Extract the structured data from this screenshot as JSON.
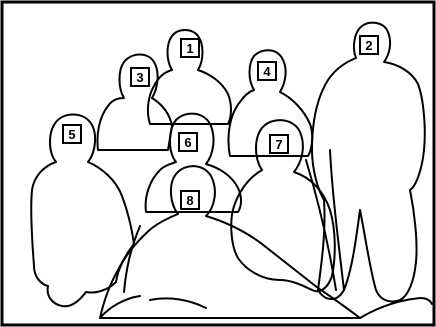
{
  "figure": {
    "ink_color": "#000000",
    "background_color": "#ffffff",
    "people": [
      {
        "label": "1"
      },
      {
        "label": "2"
      },
      {
        "label": "3"
      },
      {
        "label": "4"
      },
      {
        "label": "5"
      },
      {
        "label": "6"
      },
      {
        "label": "7"
      },
      {
        "label": "8"
      }
    ]
  }
}
